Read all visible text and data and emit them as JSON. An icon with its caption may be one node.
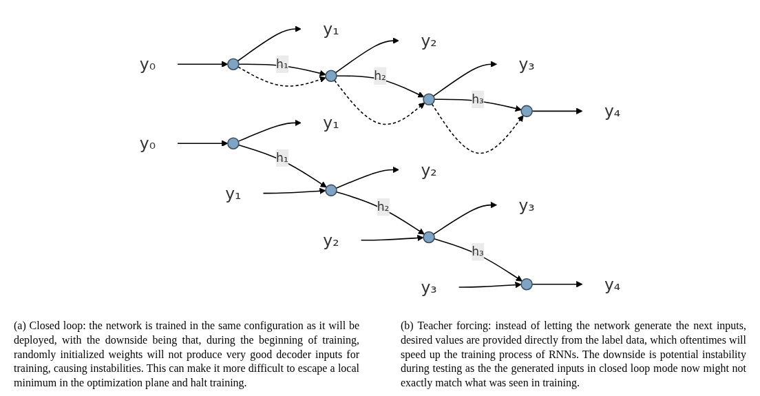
{
  "diagram": {
    "nodes": [
      {
        "text": [
          "y₁"
        ]
      },
      {
        "text": [
          "y₂"
        ]
      },
      {
        "text": [
          "y₃"
        ]
      },
      {
        "text": [
          "y₄"
        ]
      },
      {
        "text": [],
        "shape": "circle"
      },
      {
        "text": [],
        "shape": "circle"
      },
      {
        "text": [],
        "shape": "circle"
      },
      {
        "text": [],
        "shape": "circle"
      },
      {
        "text": [
          "y₀"
        ]
      },
      {
        "text": [
          "y₁"
        ]
      },
      {
        "text": [
          "y₂"
        ]
      },
      {
        "text": [
          "y₃"
        ]
      },
      {
        "text": [
          "y₄"
        ]
      },
      {
        "text": [],
        "shape": "circle"
      },
      {
        "text": [],
        "shape": "circle"
      },
      {
        "text": [],
        "shape": "circle"
      },
      {
        "text": [],
        "shape": "circle"
      },
      {
        "text": [
          "y₀"
        ]
      },
      {
        "text": [
          "y₁"
        ]
      },
      {
        "text": [
          "y₂"
        ]
      },
      {
        "text": [
          "y₃"
        ]
      }
    ],
    "edges": [
      {
        "from": 8,
        "to": 4,
        "arrow": "to"
      },
      {
        "from": 4,
        "to": 0,
        "arrow": "to"
      },
      {
        "from": 4,
        "to": 5,
        "arrow": "to",
        "label": "h₁"
      },
      {
        "from": 4,
        "to": 5,
        "arrow": "to",
        "style": "dashed"
      },
      {
        "from": 5,
        "to": 1,
        "arrow": "to"
      },
      {
        "from": 5,
        "to": 6,
        "arrow": "to",
        "label": "h₂"
      },
      {
        "from": 5,
        "to": 6,
        "arrow": "to",
        "style": "dashed"
      },
      {
        "from": 6,
        "to": 2,
        "arrow": "to"
      },
      {
        "from": 6,
        "to": 7,
        "arrow": "to",
        "label": "h₃"
      },
      {
        "from": 6,
        "to": 7,
        "arrow": "to",
        "style": "dashed"
      },
      {
        "from": 7,
        "to": 3,
        "arrow": "to"
      },
      {
        "from": 17,
        "to": 13,
        "arrow": "to"
      },
      {
        "from": 13,
        "to": 9,
        "arrow": "to"
      },
      {
        "from": 13,
        "to": 14,
        "arrow": "to",
        "label": "h₁"
      },
      {
        "from": 18,
        "to": 14,
        "arrow": "to"
      },
      {
        "from": 14,
        "to": 10,
        "arrow": "to"
      },
      {
        "from": 14,
        "to": 15,
        "arrow": "to",
        "label": "h₂"
      },
      {
        "from": 19,
        "to": 15,
        "arrow": "to"
      },
      {
        "from": 15,
        "to": 11,
        "arrow": "to"
      },
      {
        "from": 15,
        "to": 16,
        "arrow": "to",
        "label": "h₃"
      },
      {
        "from": 20,
        "to": 16,
        "arrow": "to"
      },
      {
        "from": 16,
        "to": 12,
        "arrow": "to"
      }
    ],
    "labels": [
      "(a) Closed loop: the network is trained in the same configuration as it will be deployed, with the downside being that, during the beginning of training, randomly initialized weights will not produce very good decoder inputs for training, causing instabilities. This can make it more difficult to escape a local minimum in the optimization plane and halt training.",
      "(b) Teacher forcing: instead of letting the network generate the next inputs, desired values are provided directly from the label data, which oftentimes will speed up the training process of RNNs. The downside is potential instability during testing as the the generated inputs in closed loop mode now might not exactly match what was seen in training."
    ]
  }
}
